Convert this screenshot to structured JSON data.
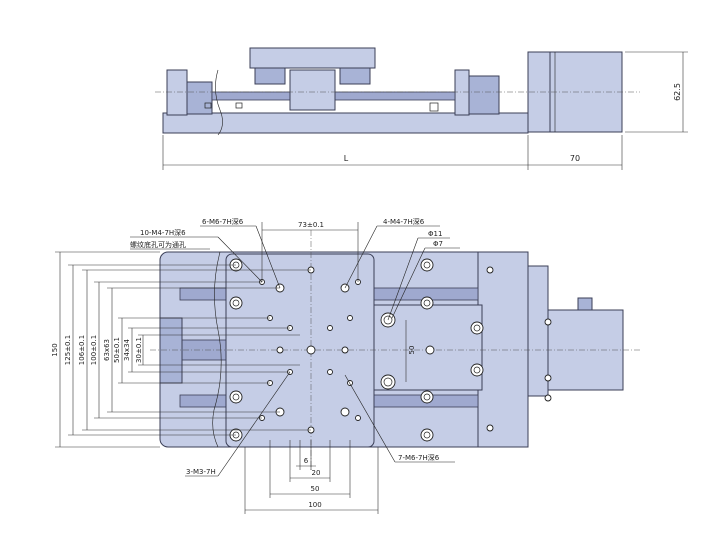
{
  "side_view": {
    "dim_length": "L",
    "dim_motor": "70",
    "dim_height": "62.5"
  },
  "top_view": {
    "dim_73": "73±0.1",
    "dim_150": "150",
    "dim_125": "125±0.1",
    "dim_106": "106±0.1",
    "dim_100": "100±0.1",
    "dim_63": "63x63",
    "dim_50v": "50±0.1",
    "dim_34": "34x34",
    "dim_30": "30±0.1",
    "dim_50_inner": "50",
    "dim_6": "6",
    "dim_20": "20",
    "dim_50h": "50",
    "dim_100h": "100",
    "callout_6m6": "6-M6-7H深6",
    "callout_10m4": "10-M4-7H深6",
    "callout_thread": "螺纹底孔可为通孔",
    "callout_4m4": "4-M4-7H深6",
    "callout_phi11": "Φ11",
    "callout_phi7": "Φ7",
    "callout_3m3": "3-M3-7H",
    "callout_7m6": "7-M6-7H深6"
  }
}
